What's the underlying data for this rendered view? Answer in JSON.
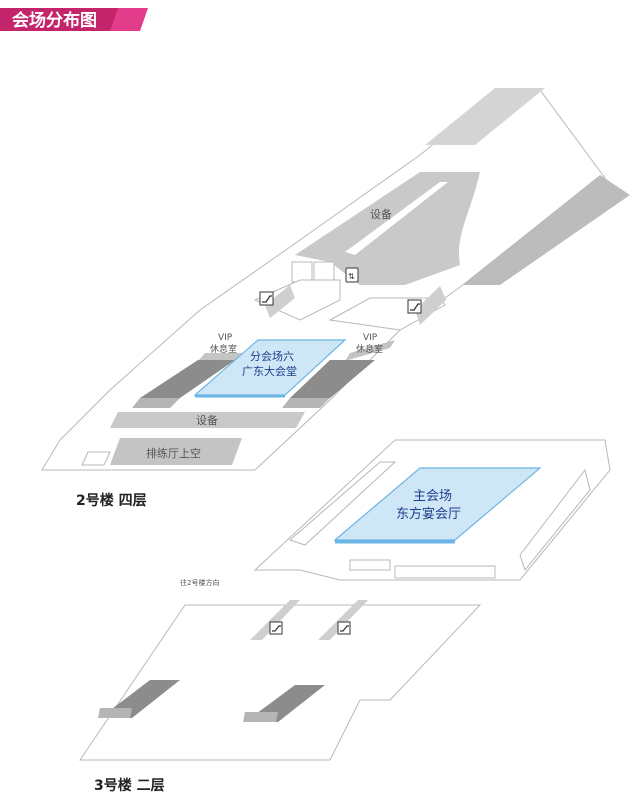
{
  "header": {
    "title": "会场分布图",
    "banner_color": "#c4256a",
    "banner_accent": "#e23c8a"
  },
  "floors": {
    "upper": {
      "title": "2号楼 四层",
      "labels": {
        "equipment_top": "设备",
        "vip_left_line1": "VIP",
        "vip_left_line2": "休息室",
        "vip_right_line1": "VIP",
        "vip_right_line2": "休息室",
        "venue_line1": "分会场六",
        "venue_line2": "广东大会堂",
        "equipment_bottom": "设备",
        "rehearsal": "排练厅上空"
      },
      "icons": [
        "escalator-icon",
        "escalator-icon",
        "elevator-icon"
      ]
    },
    "middle": {
      "labels": {
        "main_venue_line1": "主会场",
        "main_venue_line2": "东方宴会厅",
        "direction": "往2号楼方向"
      }
    },
    "lower": {
      "title": "3号楼 二层",
      "icons": [
        "escalator-icon",
        "escalator-icon"
      ]
    }
  },
  "colors": {
    "venue_fill": "#cfe6f7",
    "venue_edge": "#6bb6e6",
    "venue_text": "#1d3f8c",
    "gray_light": "#bdbdbd",
    "gray_mid": "#9e9e9e",
    "gray_dark": "#7a7a7a",
    "outline": "#b8b8b8"
  }
}
